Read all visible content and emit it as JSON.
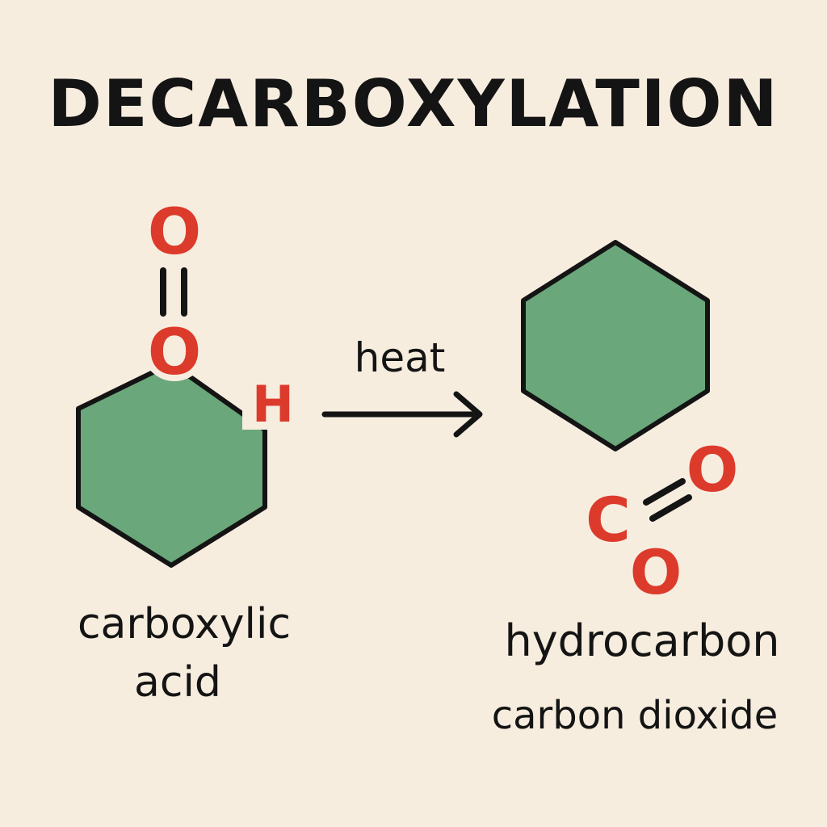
{
  "title": "DECARBOXYLATION",
  "reactant": {
    "atom_o_top": "O",
    "atom_o_ring": "O",
    "atom_h": "H",
    "label_line1": "carboxylic",
    "label_line2": "acid"
  },
  "arrow": {
    "label": "heat"
  },
  "products": {
    "co2_carbon": "C",
    "co2_oxygen_upper": "O",
    "co2_oxygen_lower": "O",
    "label_hydrocarbon": "hydrocarbon",
    "label_co2": "carbon dioxide"
  },
  "colors": {
    "background": "#f7eddf",
    "ring_fill": "#6aa77a",
    "outline": "#141414",
    "atom": "#dc3b2c",
    "text": "#141414"
  }
}
